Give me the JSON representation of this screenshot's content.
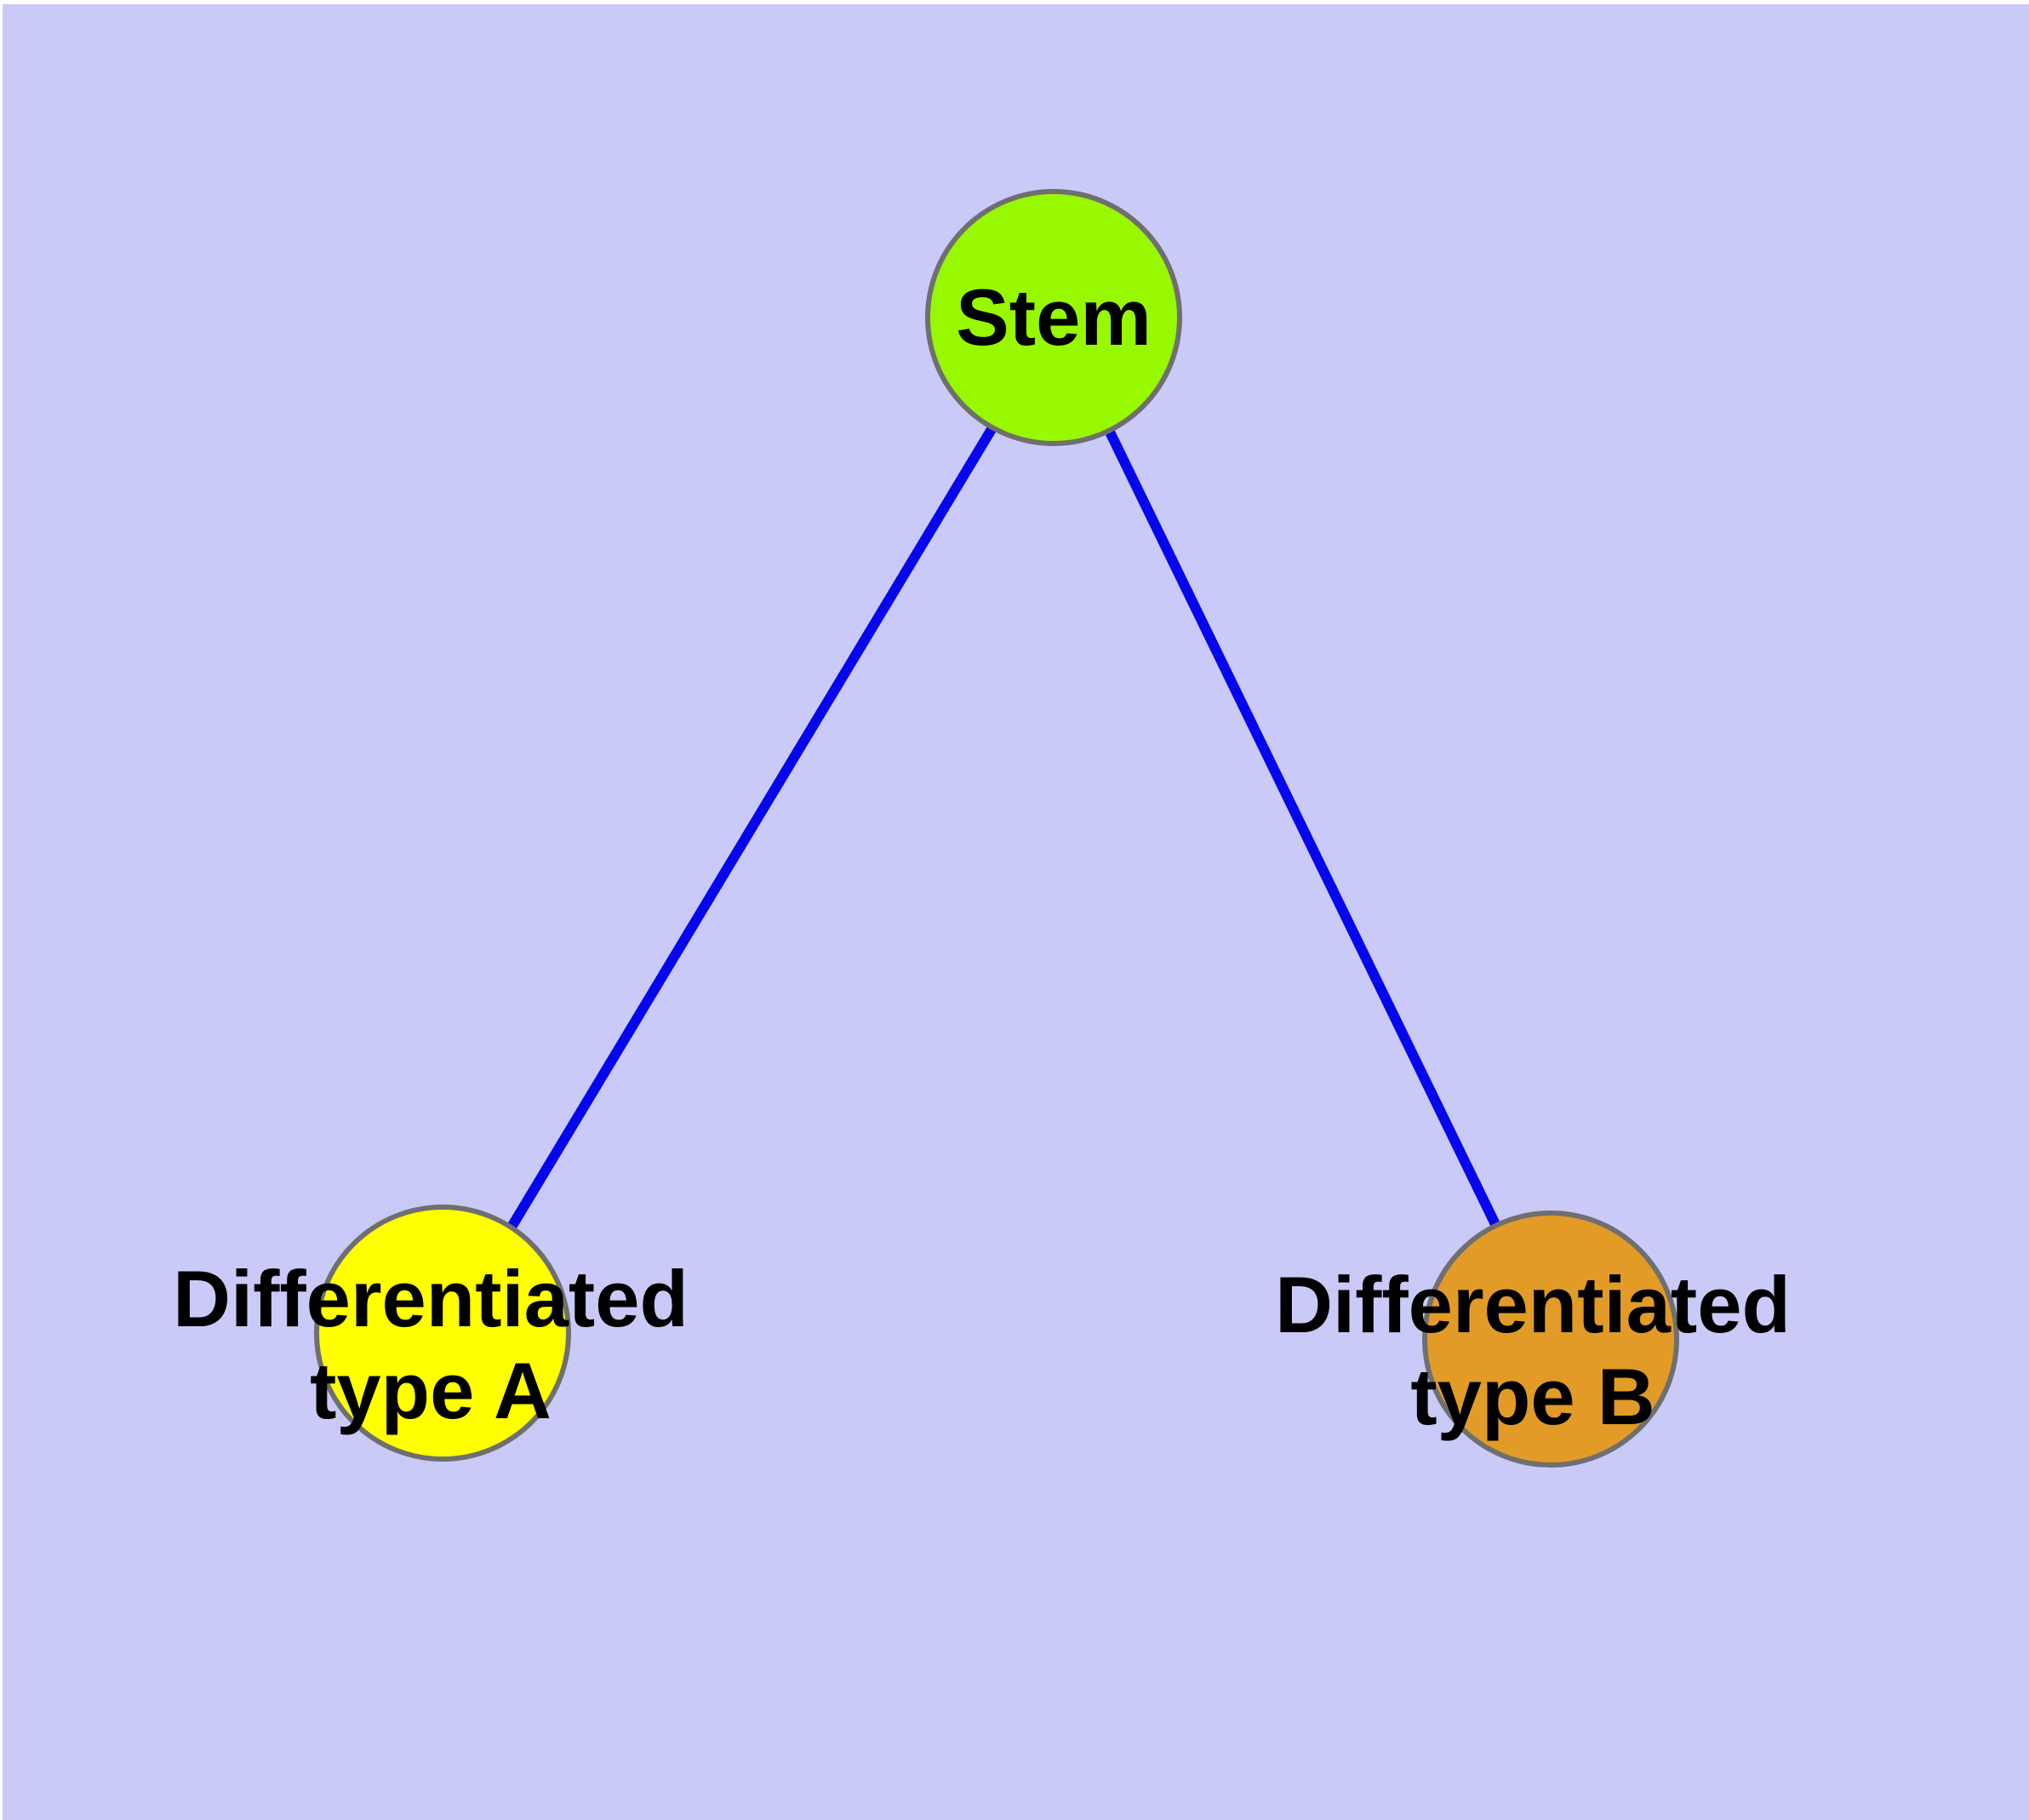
{
  "diagram": {
    "type": "node-link-graph",
    "background_color": "#CACAF8",
    "frame_border_color": "#FFFFFF",
    "edge_color": "#0505EE",
    "node_border_color": "#6F6F6F",
    "text_color": "#000000",
    "nodes": [
      {
        "id": "stem",
        "label": "Stem",
        "fill": "#98F800"
      },
      {
        "id": "type-a",
        "label_line1": "Differentiated",
        "label_line2": "type A",
        "fill": "#FFFF00"
      },
      {
        "id": "type-b",
        "label_line1": "Differentiated",
        "label_line2": "type B",
        "fill": "#E29B26"
      }
    ],
    "edges": [
      {
        "from": "Stem",
        "to": "Differentiated type A"
      },
      {
        "from": "Stem",
        "to": "Differentiated type B"
      }
    ]
  }
}
